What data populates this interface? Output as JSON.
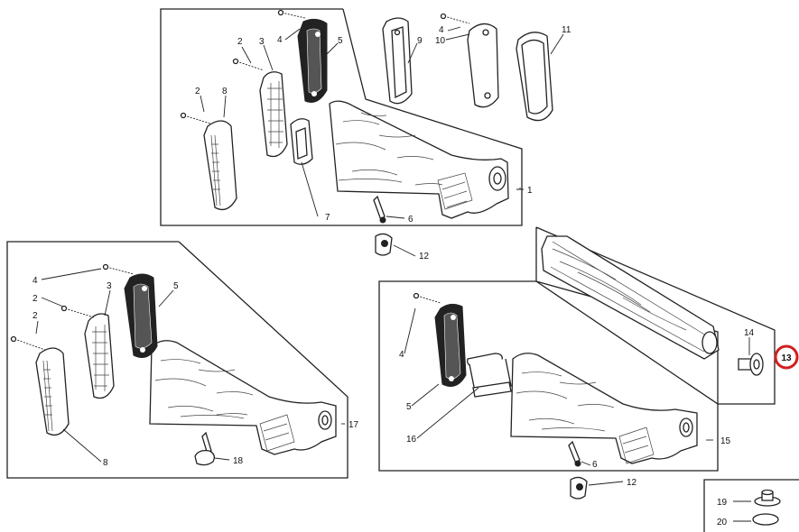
{
  "labels": {
    "top": {
      "l1": "1",
      "l2a": "2",
      "l2b": "2",
      "l3": "3",
      "l4a": "4",
      "l4b": "4",
      "l5": "5",
      "l6": "6",
      "l7": "7",
      "l8": "8",
      "l9": "9",
      "l10": "10",
      "l11": "11"
    },
    "center": {
      "l12": "12"
    },
    "left": {
      "l4": "4",
      "l2a": "2",
      "l2b": "2",
      "l3": "3",
      "l5": "5",
      "l8": "8",
      "l17": "17",
      "l18": "18"
    },
    "right": {
      "l4": "4",
      "l5": "5",
      "l16": "16",
      "l6": "6",
      "l15": "15",
      "l12": "12"
    },
    "forend": {
      "l14": "14",
      "l13": "13"
    },
    "small": {
      "l19": "19",
      "l20": "20"
    }
  },
  "colors": {
    "highlight": "#d0201f",
    "ink": "#222222"
  }
}
